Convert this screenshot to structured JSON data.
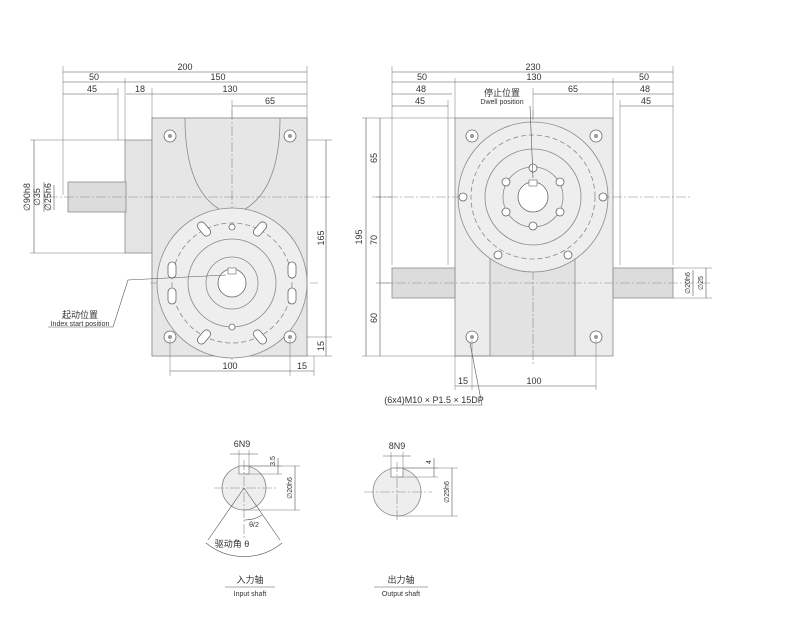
{
  "left_view": {
    "dims_top": [
      "200",
      "50",
      "150",
      "45",
      "18",
      "130",
      "65"
    ],
    "dims_left": [
      "∅90h8",
      "∅35",
      "∅25h6"
    ],
    "dims_right": [
      "165",
      "15"
    ],
    "dims_bottom": [
      "100",
      "15"
    ],
    "callout_cn": "起动位置",
    "callout_en": "Index start position"
  },
  "right_view": {
    "dims_top": [
      "230",
      "50",
      "130",
      "50",
      "48",
      "48",
      "45",
      "65",
      "45"
    ],
    "dims_left": [
      "195",
      "65",
      "70",
      "60"
    ],
    "dims_right": [
      "∅20h6",
      "∅25"
    ],
    "dims_bottom": [
      "15",
      "100"
    ],
    "callout_cn": "停止位置",
    "callout_en": "Dwell position",
    "thread_note": "(6x4)M10 × P1.5 × 15DP"
  },
  "input_shaft": {
    "key_label": "6N9",
    "depth_label": "3.5",
    "dia_label": "∅20h6",
    "angle_half": "θ/2",
    "angle_full_cn": "驱动角 θ",
    "caption_cn": "入力轴",
    "caption_en": "Input shaft"
  },
  "output_shaft": {
    "key_label": "8N9",
    "depth_label": "4",
    "dia_label": "∅25h6",
    "caption_cn": "出力轴",
    "caption_en": "Output shaft"
  }
}
